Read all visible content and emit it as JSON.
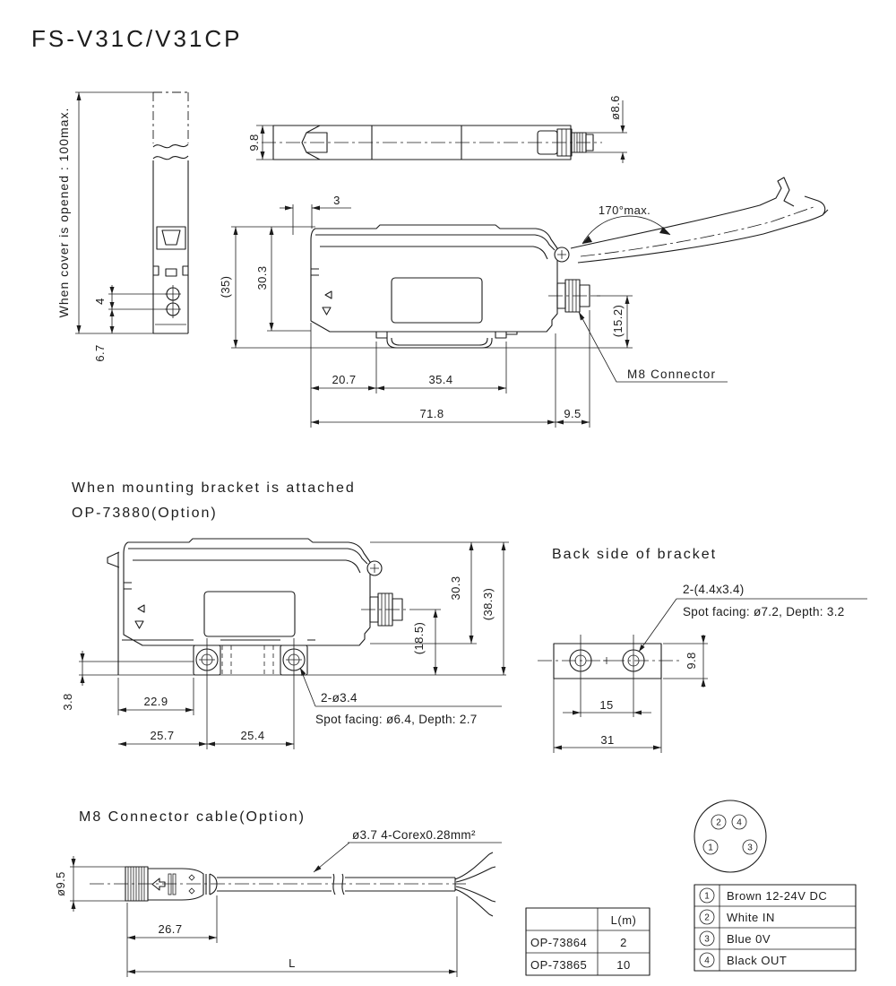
{
  "title": "FS-V31C/V31CP",
  "colors": {
    "ink": "#1c1c1c",
    "bg": "#ffffff"
  },
  "front_view": {
    "cover_note": "When cover is opened : 100max.",
    "dim_hole_pitch": "4",
    "dim_hole_offset": "6.7"
  },
  "top_view": {
    "dim_height": "9.8",
    "dim_connector_dia": "ø8.6"
  },
  "side_view": {
    "dim_cover_gap": "3",
    "dim_total_height": "(35)",
    "dim_body_height": "30.3",
    "cover_angle_note": "170°max.",
    "dim_connector_center": "(15.2)",
    "connector_label": "M8 Connector",
    "dim_left_to_rail": "20.7",
    "dim_rail_width": "35.4",
    "dim_body_length": "71.8",
    "dim_connector_length": "9.5"
  },
  "bracket_view": {
    "heading_line1": "When mounting bracket is attached",
    "heading_line2": "OP-73880(Option)",
    "dim_body_height": "30.3",
    "dim_total_height": "(38.3)",
    "dim_connector_center": "(18.5)",
    "dim_foot_height": "3.8",
    "dim_edge_to_hole": "22.9",
    "dim_edge_to_center": "25.7",
    "dim_hole_pitch": "25.4",
    "hole_note": "2-ø3.4",
    "spot_facing_note": "Spot facing: ø6.4, Depth: 2.7"
  },
  "bracket_back": {
    "heading": "Back side of bracket",
    "hole_note": "2-(4.4x3.4)",
    "spot_facing_note": "Spot facing: ø7.2, Depth: 3.2",
    "dim_height": "9.8",
    "dim_hole_pitch": "15",
    "dim_width": "31"
  },
  "cable_view": {
    "heading": "M8 Connector cable(Option)",
    "cable_note": "ø3.7 4-Corex0.28mm²",
    "dim_connector_dia": "ø9.5",
    "dim_connector_length": "26.7",
    "dim_cable_length": "L"
  },
  "length_table": {
    "col_header": "L(m)",
    "rows": [
      {
        "model": "OP-73864",
        "length": "2"
      },
      {
        "model": "OP-73865",
        "length": "10"
      }
    ]
  },
  "pinout": {
    "pin_top_left": "2",
    "pin_top_right": "4",
    "pin_bottom_left": "1",
    "pin_bottom_right": "3",
    "rows": [
      {
        "pin": "1",
        "desc": "Brown 12-24V DC"
      },
      {
        "pin": "2",
        "desc": "White IN"
      },
      {
        "pin": "3",
        "desc": "Blue 0V"
      },
      {
        "pin": "4",
        "desc": "Black OUT"
      }
    ]
  }
}
